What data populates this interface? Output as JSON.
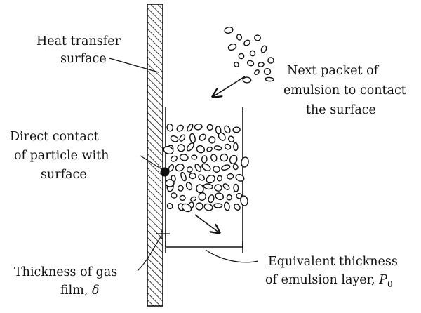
{
  "labels": {
    "heat_transfer_1": "Heat transfer",
    "heat_transfer_2": "surface",
    "next_packet_1": "Next packet of",
    "next_packet_2": "emulsion to contact",
    "next_packet_3": "the surface",
    "direct_contact_1": "Direct contact",
    "direct_contact_2": "of particle with",
    "direct_contact_3": "surface",
    "gas_film_1": "Thickness of gas",
    "gas_film_2_text": "film, ",
    "gas_film_2_symbol": "δ",
    "equivalent_1": "Equivalent thickness",
    "equivalent_2_text": "of emulsion layer, ",
    "equivalent_2_symbol": "P",
    "equivalent_2_subscript": "0"
  },
  "colors": {
    "ink": "#111111",
    "background": "#ffffff"
  }
}
